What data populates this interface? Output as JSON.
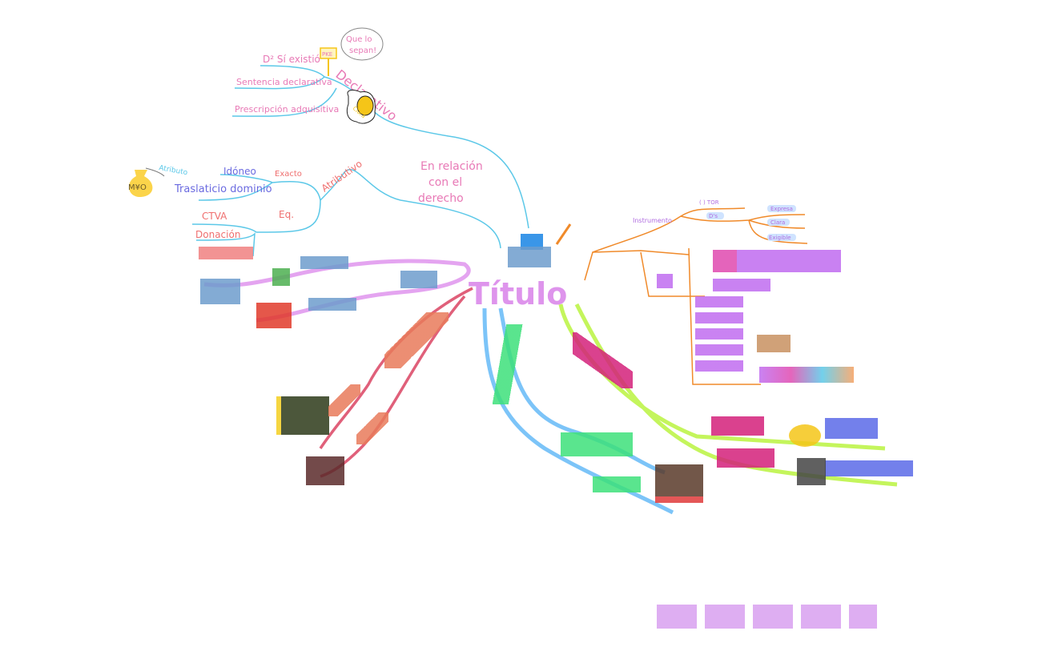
{
  "title": "Título",
  "colors": {
    "cyan": "#5cc8e8",
    "pink": "#e879b6",
    "orange": "#f08a2a",
    "purple": "#b06ce0",
    "green": "#b7f23a",
    "blue": "#5aa8e8",
    "red": "#e0607a",
    "violet": "#6a6ae0",
    "salmon": "#ef6f6f"
  },
  "declarativo": {
    "label": "Declarativo",
    "items": [
      "D² Sí existió",
      "Sentencia declarativa",
      "Prescripción adquisitiva"
    ],
    "sign": "PKE",
    "bubble_line1": "Que lo",
    "bubble_line2": "sepan!",
    "egg_label": "Clara"
  },
  "relacion": {
    "line1": "En relación",
    "line2": "con el",
    "line3": "derecho"
  },
  "atributivo": {
    "label": "Atributivo",
    "exacto": "Exacto",
    "eq": "Eq.",
    "items_exacto": [
      "Idóneo",
      "Traslaticio dominio"
    ],
    "items_eq": [
      "CTVA",
      "Donación"
    ],
    "note": "Atributo",
    "bag_label": "M¥O"
  },
  "instrumento": {
    "label": "Instrumento",
    "items": [
      "( ) TOR",
      "D's"
    ],
    "subitems": [
      "Expresa",
      "Clara",
      "Exigible"
    ]
  }
}
